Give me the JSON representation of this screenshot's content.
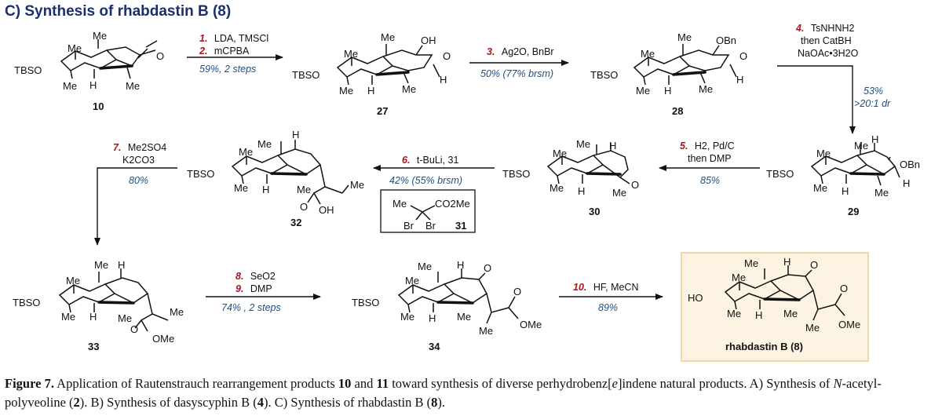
{
  "panel_title": "C) Synthesis of rhabdastin B (8)",
  "labels": {
    "tbso": "TBSO",
    "ho": "HO",
    "me": "Me",
    "h": "H",
    "o": "O",
    "oh": "OH",
    "obn": "OBn",
    "ome": "OMe",
    "br": "Br",
    "co2me": "CO2Me"
  },
  "compounds": {
    "c10": "10",
    "c27": "27",
    "c28": "28",
    "c29": "29",
    "c30": "30",
    "c32": "32",
    "c31": "31",
    "c33": "33",
    "c34": "34",
    "c8_name": "rhabdastin B (8)"
  },
  "steps": {
    "s1": {
      "num": "1.",
      "text": "LDA, TMSCl"
    },
    "s2": {
      "num": "2.",
      "text": "mCPBA"
    },
    "y12": "59%, 2 steps",
    "s3": {
      "num": "3.",
      "text": "Ag2O, BnBr"
    },
    "y3": "50% (77% brsm)",
    "s4": {
      "num": "4.",
      "text": "TsNHNH2"
    },
    "s4b": "then CatBH",
    "s4c": "NaOAc•3H2O",
    "y4a": "53%",
    "y4b": ">20:1 dr",
    "s5": {
      "num": "5.",
      "text": "H2, Pd/C"
    },
    "s5b": "then DMP",
    "y5": "85%",
    "s6": {
      "num": "6.",
      "text": "t-BuLi, 31"
    },
    "y6": "42% (55% brsm)",
    "s7": {
      "num": "7.",
      "text": "Me2SO4"
    },
    "s7b": "K2CO3",
    "y7": "80%",
    "s8": {
      "num": "8.",
      "text": "SeO2"
    },
    "s9": {
      "num": "9.",
      "text": "DMP"
    },
    "y89": "74% , 2 steps",
    "s10": {
      "num": "10.",
      "text": "HF, MeCN"
    },
    "y10": "89%"
  },
  "colors": {
    "title": "#1a2f6b",
    "step_number": "#b0121b",
    "yield": "#1a4f8a",
    "highlight_fill": "#fdf3e2",
    "highlight_border": "#f2d7a6"
  },
  "caption": {
    "fig": "Figure 7.",
    "t1": " Application of Rautenstrauch rearrangement products ",
    "n10": "10",
    "t2": " and ",
    "n11": "11",
    "t3": " toward synthesis of diverse perhydrobenz[",
    "e": "e",
    "t4": "]indene natural products. A) Synthesis of ",
    "nac": "N",
    "t5": "-acetyl-polyveoline (",
    "n2": "2",
    "t6": "). B) Synthesis of dasyscyphin B (",
    "n4": "4",
    "t7": "). C) Synthesis of rhabdastin B (",
    "n8": "8",
    "t8": ")."
  }
}
